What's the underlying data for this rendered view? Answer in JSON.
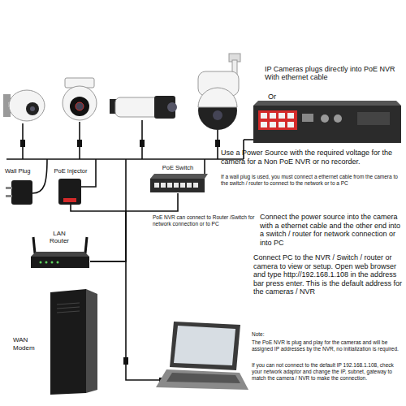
{
  "diagram": {
    "nodes": [
      {
        "text": [
          "Wall Plug"
        ]
      },
      {
        "text": [
          "PoE Injector"
        ]
      },
      {
        "text": [
          "PoE Switch"
        ]
      },
      {
        "text": [
          "LAN",
          "Router"
        ]
      },
      {
        "text": [
          "WAN",
          "Modem"
        ]
      }
    ],
    "edges": [
      {
        "from": 1,
        "to": 3,
        "arrow": "none"
      },
      {
        "from": 2,
        "to": 3,
        "arrow": "none"
      }
    ],
    "labels": [
      "IP Cameras plugs directly into PoE NVR With ethernet cable",
      "Or",
      "Use a Power Source with the required voltage for the camera for a Non PoE NVR or no recorder.",
      "If a wall plug is used, you must connect a ethernet cable from the camera to the switch / router to connect to the network or to a PC",
      "PoE NVR can connect to Router /Switch for network connection or to PC",
      "Connect the power source into the camera with a ethernet cable and the other end into a switch / router for network connection or into PC",
      "Connect PC to the NVR / Switch / router or camera to view or setup. Open web browser and type http://192.168.1.108 in the address bar press enter. This is the default address for the cameras / NVR",
      "Note:",
      "The PoE NVR is plug and play for the cameras and will be assigned IP addresses by the NVR, no initialization is required.",
      "If you can not connect to the default IP 192.168.1.108, check your network adaptor and change the IP, subnet, gateway to match the camera / NVR to make the connection."
    ]
  }
}
